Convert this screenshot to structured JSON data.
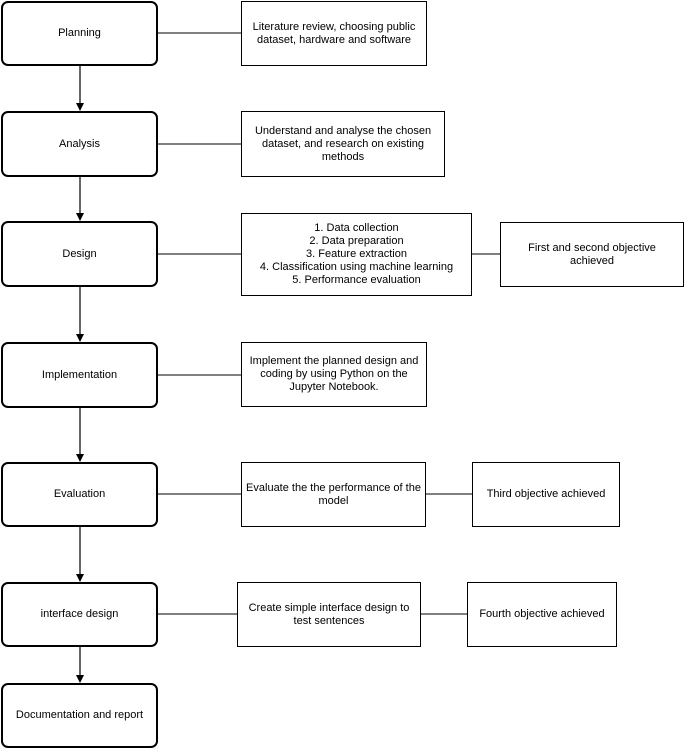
{
  "stages": [
    {
      "id": "planning",
      "label": "Planning"
    },
    {
      "id": "analysis",
      "label": "Analysis"
    },
    {
      "id": "design",
      "label": "Design"
    },
    {
      "id": "implementation",
      "label": "Implementation"
    },
    {
      "id": "evaluation",
      "label": "Evaluation"
    },
    {
      "id": "interface-design",
      "label": "interface design"
    },
    {
      "id": "documentation",
      "label": "Documentation and report"
    }
  ],
  "details": [
    {
      "stage": "planning",
      "text": "Literature review, choosing public\ndataset, hardware and software"
    },
    {
      "stage": "analysis",
      "text": "Understand and analyse the chosen\ndataset, and research on existing\nmethods"
    },
    {
      "stage": "design",
      "text": "1. Data collection\n2. Data preparation\n3. Feature extraction\n4. Classification using machine learning\n5. Performance evaluation"
    },
    {
      "stage": "implementation",
      "text": "Implement the planned design and\ncoding by using Python on the\nJupyter Notebook."
    },
    {
      "stage": "evaluation",
      "text": "Evaluate the the performance of the\nmodel"
    },
    {
      "stage": "interface-design",
      "text": "Create simple interface design to\ntest sentences"
    }
  ],
  "objectives": [
    {
      "stage": "design",
      "text": "First and second objective achieved"
    },
    {
      "stage": "evaluation",
      "text": "Third objective achieved"
    },
    {
      "stage": "interface-design",
      "text": "Fourth objective achieved"
    }
  ]
}
